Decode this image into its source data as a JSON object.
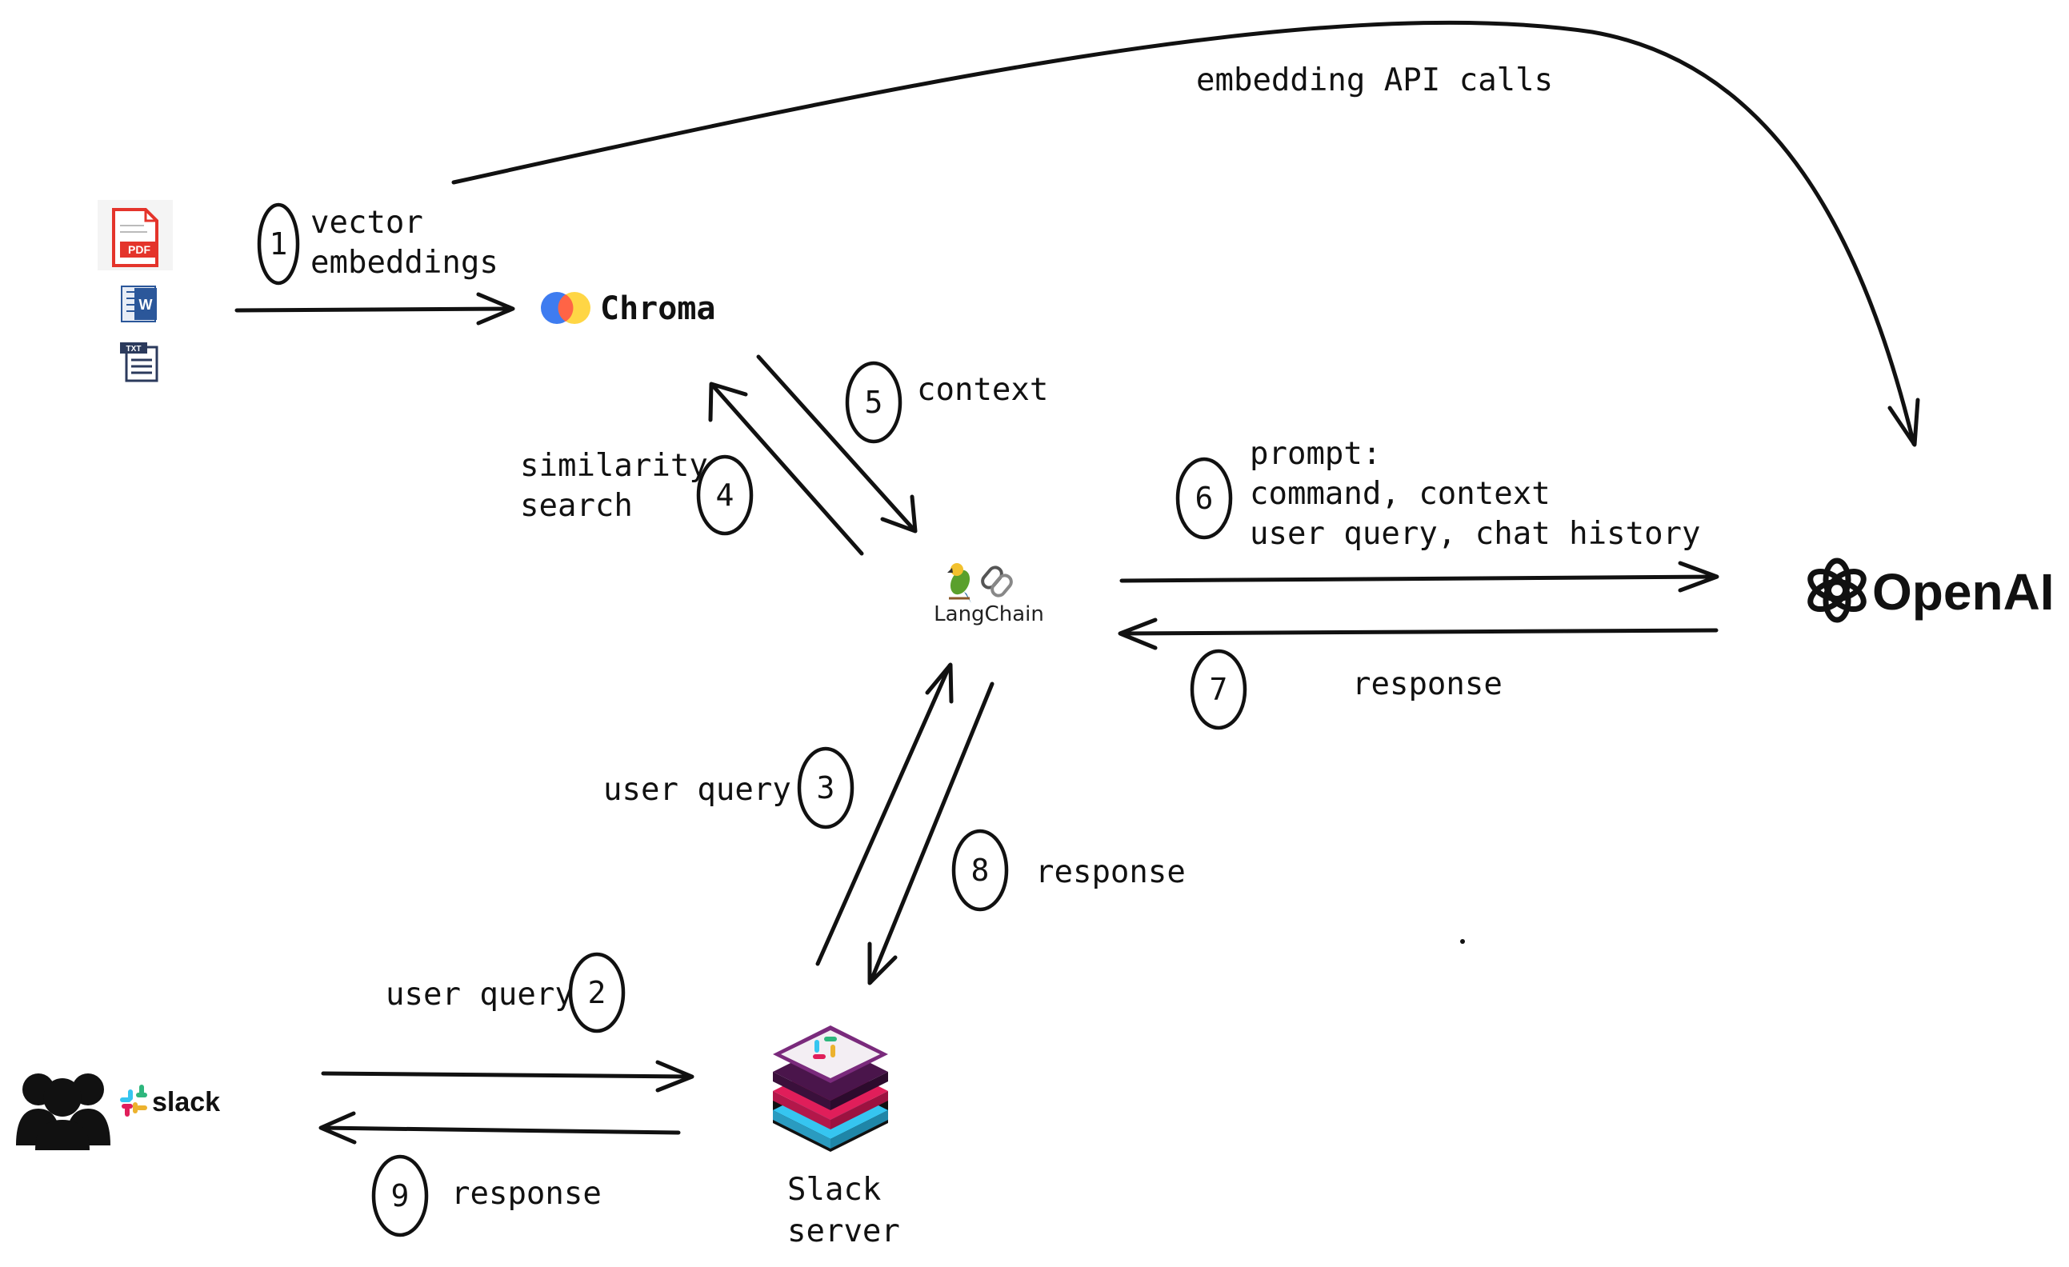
{
  "labels": {
    "step1_line1": "vector",
    "step1_line2": "embeddings",
    "embedding_api": "embedding API calls",
    "step5": "context",
    "step4_line1": "similarity",
    "step4_line2": "search",
    "step6_line1": "prompt:",
    "step6_line2": "command, context",
    "step6_line3": "user query, chat history",
    "step7": "response",
    "step3": "user query",
    "step8": "response",
    "step2": "user query",
    "step9": "response",
    "slack_server_line1": "Slack",
    "slack_server_line2": "server"
  },
  "numbers": {
    "n1": "1",
    "n2": "2",
    "n3": "3",
    "n4": "4",
    "n5": "5",
    "n6": "6",
    "n7": "7",
    "n8": "8",
    "n9": "9"
  },
  "nodes": {
    "chroma": "Chroma",
    "langchain": "LangChain",
    "openai": "OpenAI",
    "slack": "slack"
  },
  "doc_icons": {
    "pdf": "PDF",
    "word": "W",
    "txt": "TXT"
  },
  "icons": [
    "pdf-file-icon",
    "word-file-icon",
    "txt-file-icon",
    "chroma-logo-icon",
    "parrot-icon",
    "chain-link-icon",
    "openai-logo-icon",
    "users-icon",
    "slack-logo-icon",
    "slack-server-stack-icon"
  ],
  "colors": {
    "chroma_blue": "#3e7cf0",
    "chroma_orange": "#ff6446",
    "chroma_yellow": "#ffd43b",
    "pdf_red": "#e4342b",
    "word_blue": "#2b579a",
    "slack_purple": "#4a154b",
    "slack_green": "#2eb67d",
    "slack_yellow": "#ecb22e",
    "slack_red": "#e01e5a",
    "slack_blue": "#36c5f0"
  }
}
